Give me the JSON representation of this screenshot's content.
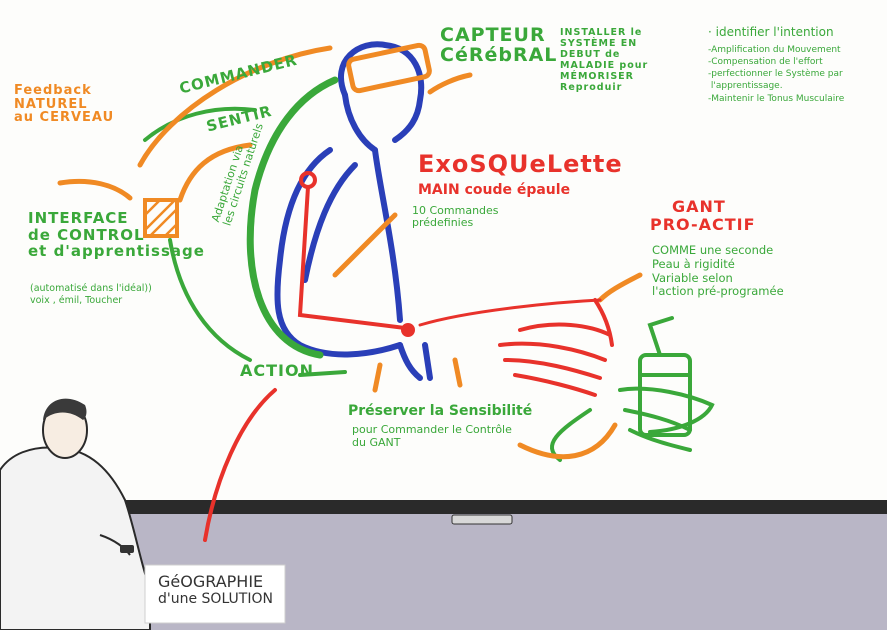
{
  "colors": {
    "green": "#3aa83a",
    "red": "#e8322b",
    "orange": "#f08a24",
    "blue": "#2a3fb8",
    "board_tray": "#b9b6c6"
  },
  "labels": {
    "feedback": [
      "Feedback",
      "NATUREL",
      "au CERVEAU"
    ],
    "commander": "COMMANDER",
    "sentir": "SENTIR",
    "adaptation": [
      "Adaptation via",
      "les circuits naturels"
    ],
    "capteur": [
      "CAPTEUR",
      "CéRébRAL"
    ],
    "installer": [
      "INSTALLER le",
      "SYSTÈME EN",
      "DEBUT de",
      "MALADIE pour",
      "MÉMORISER",
      "Reproduir"
    ],
    "identifier": "identifier l'intention",
    "goals": [
      "Amplification du Mouvement",
      "Compensation de l'effort",
      "perfectionner le Système par",
      "l'apprentissage.",
      "Maintenir le Tonus Musculaire"
    ],
    "exosquelette": "ExoSQUeLette",
    "main_coude": "MAIN coude épaule",
    "commandes": [
      "10 Commandes",
      "prédefinies"
    ],
    "interface": [
      "INTERFACE",
      "de CONTROL",
      "et d'apprentissage"
    ],
    "interface_sub": [
      "(automatisé dans l'idéal))",
      "voix , émil, Toucher"
    ],
    "gant": [
      "GANT",
      "PRO-ACTIF"
    ],
    "gant_desc": [
      "COMME une seconde",
      "Peau à rigidité",
      "Variable selon",
      "l'action pré-programée"
    ],
    "action": "ACTION",
    "preserver": "Préserver la Sensibilité",
    "preserver_sub": [
      "pour Commander le Contrôle",
      "du GANT"
    ],
    "geographie": [
      "GéOGRAPHIE",
      "d'une SOLUTION"
    ]
  }
}
